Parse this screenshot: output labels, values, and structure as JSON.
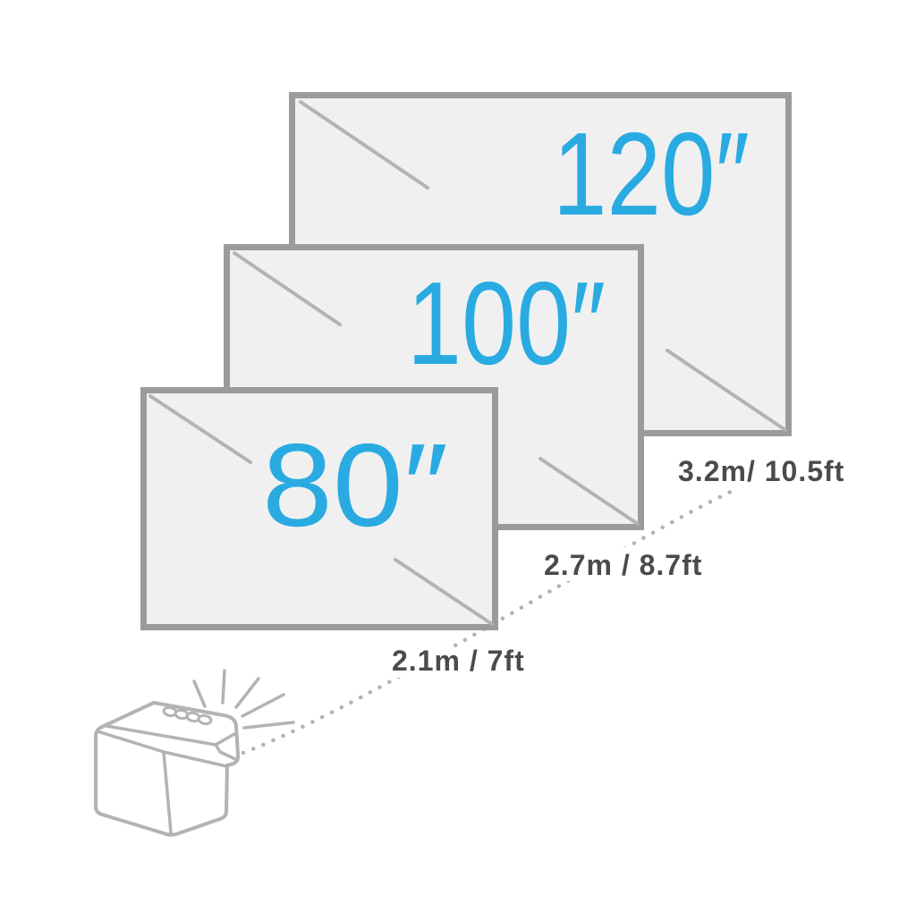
{
  "diagram": {
    "type": "projector-throw-distance",
    "screens": [
      {
        "size_label": "120″",
        "distance_label": "3.2m/ 10.5ft"
      },
      {
        "size_label": "100″",
        "distance_label": "2.7m / 8.7ft"
      },
      {
        "size_label": "80″",
        "distance_label": "2.1m / 7ft"
      }
    ],
    "colors": {
      "accent_blue": "#29abe2",
      "screen_fill": "#f0f0f1",
      "screen_border": "#9b9b9b",
      "line_gray": "#b3b3b3",
      "label_text": "#4b4b4b",
      "background": "#ffffff"
    }
  }
}
